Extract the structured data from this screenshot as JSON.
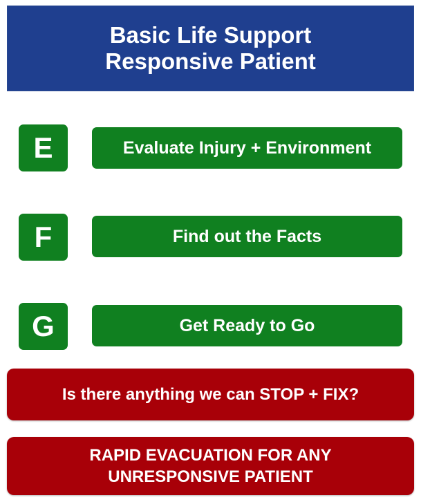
{
  "header": {
    "line1": "Basic Life Support",
    "line2": "Responsive Patient"
  },
  "steps": [
    {
      "letter": "E",
      "label": "Evaluate Injury + Environment"
    },
    {
      "letter": "F",
      "label": "Find out the Facts"
    },
    {
      "letter": "G",
      "label": "Get Ready to Go"
    }
  ],
  "alerts": {
    "stop_fix": "Is there anything we can STOP + FIX?",
    "evac_line1": "RAPID EVACUATION FOR ANY",
    "evac_line2": "UNRESPONSIVE PATIENT"
  },
  "colors": {
    "header_blue": "#1f3f8f",
    "step_green": "#108020",
    "alert_red": "#a80008"
  }
}
